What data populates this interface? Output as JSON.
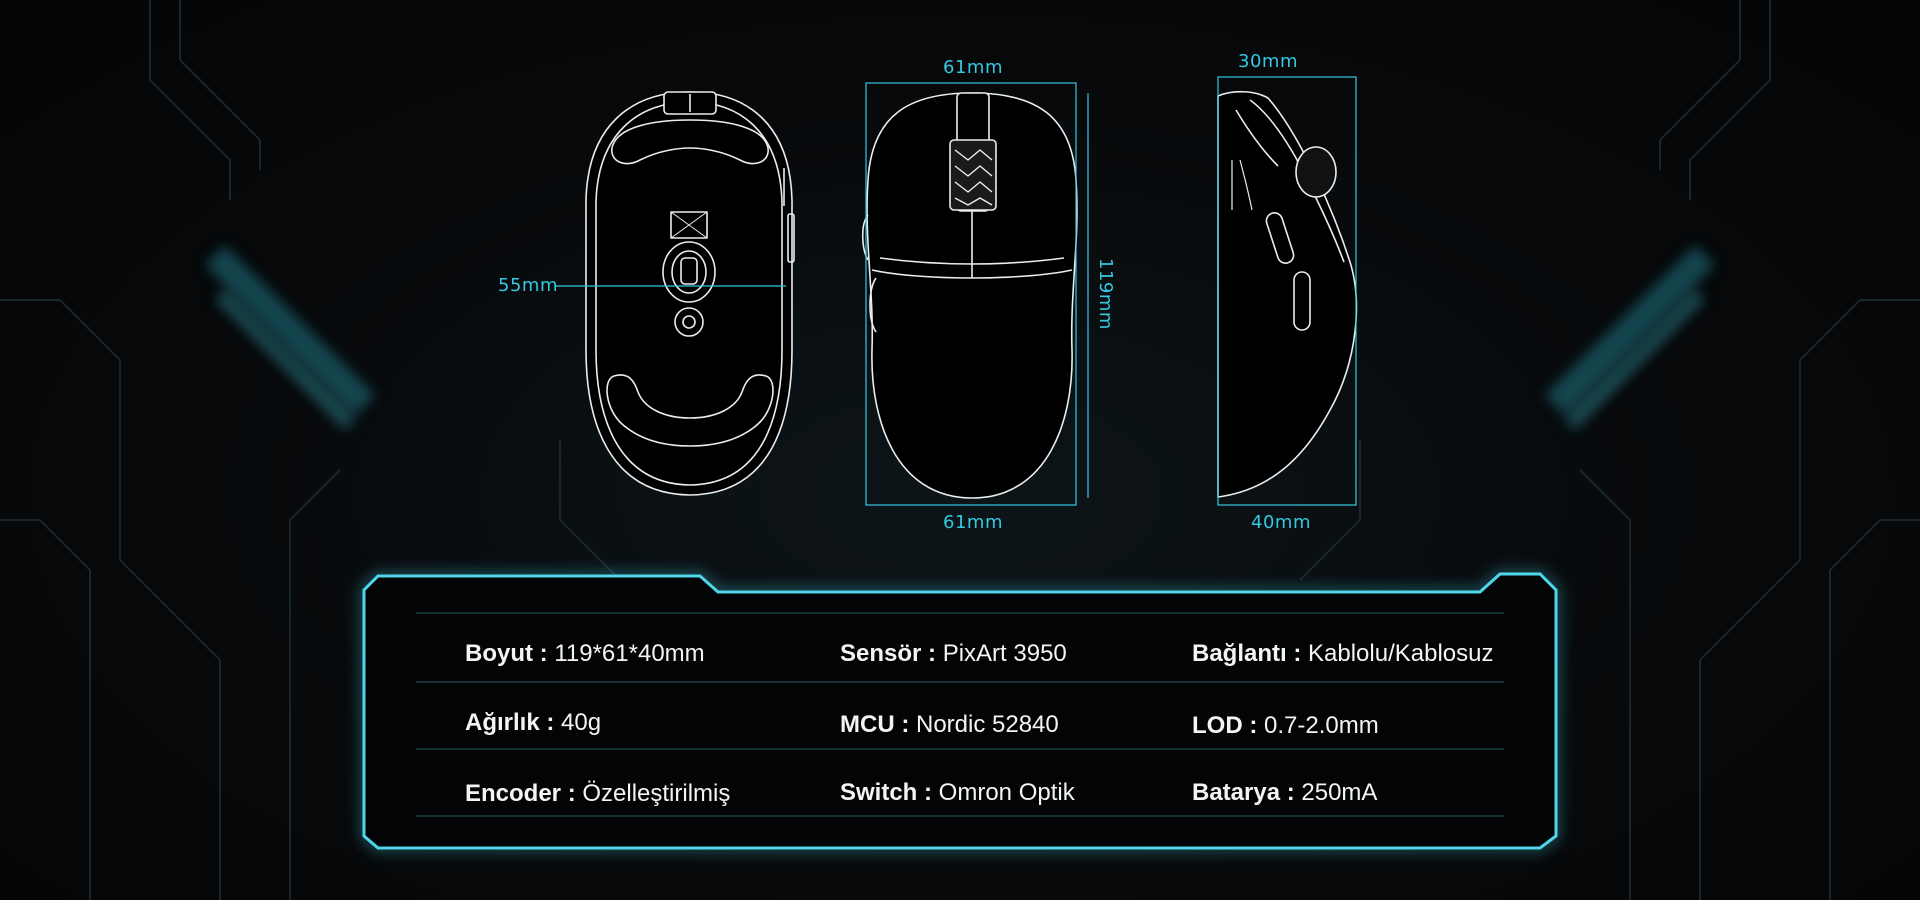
{
  "dimensions": {
    "side_width": "55mm",
    "top_width_upper": "61mm",
    "top_width_lower": "61mm",
    "top_length": "119mm",
    "profile_depth": "30mm",
    "profile_height": "40mm"
  },
  "specs": [
    {
      "key": "Boyut",
      "sep": " : ",
      "value": "119*61*40mm"
    },
    {
      "key": "Sensör",
      "sep": " : ",
      "value": "PixArt 3950"
    },
    {
      "key": "Bağlantı",
      "sep": " : ",
      "value": "Kablolu/Kablosuz"
    },
    {
      "key": "Ağırlık",
      "sep": " : ",
      "value": "40g"
    },
    {
      "key": "MCU",
      "sep": " : ",
      "value": "Nordic 52840"
    },
    {
      "key": "LOD",
      "sep": " : ",
      "value": "0.7-2.0mm"
    },
    {
      "key": "Encoder",
      "sep": " : ",
      "value": "Özelleştirilmiş"
    },
    {
      "key": "Switch",
      "sep": " : ",
      "value": "Omron Optik"
    },
    {
      "key": "Batarya",
      "sep": " : ",
      "value": "250mA"
    }
  ],
  "colors": {
    "accent": "#35c8e0",
    "outline": "#e9edef",
    "background": "#050608"
  }
}
